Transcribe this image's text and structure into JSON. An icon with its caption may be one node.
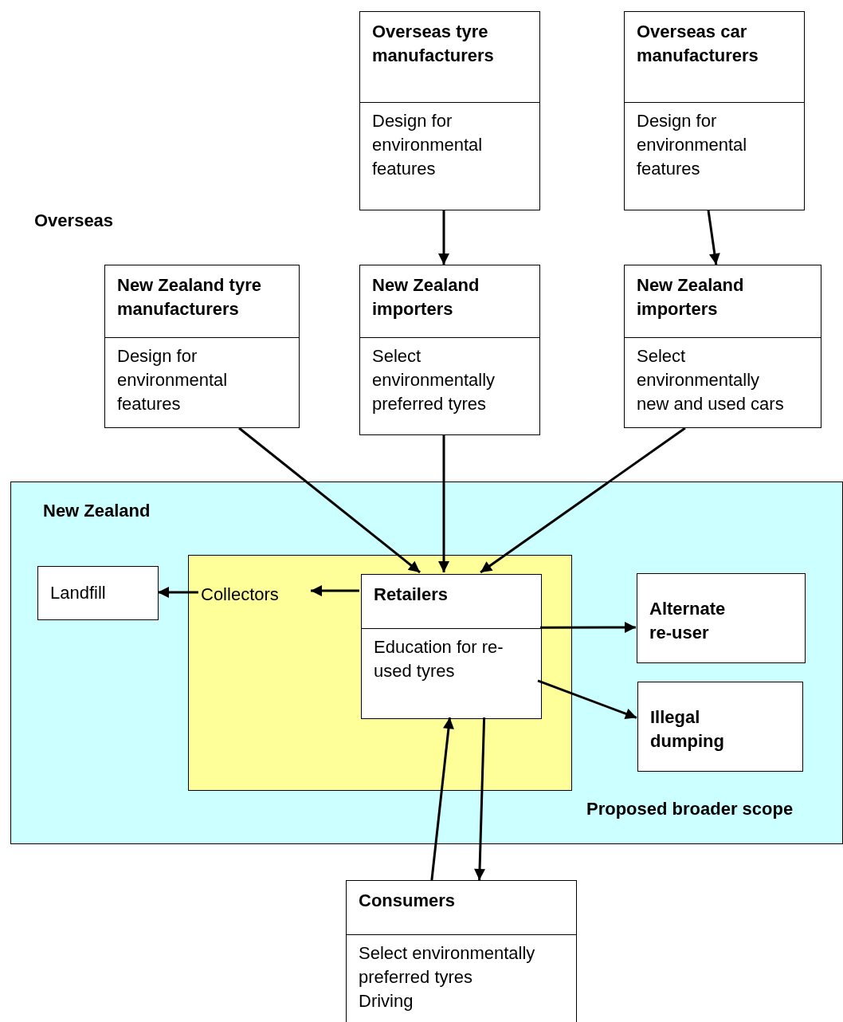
{
  "diagram": {
    "nodes": [
      {
        "text": [
          "Overseas tyre manufacturers",
          "Design for environmental features"
        ]
      },
      {
        "text": [
          "Overseas car manufacturers",
          "Design for environmental features"
        ]
      },
      {
        "text": [
          "New Zealand tyre manufacturers",
          "Design for environmental features"
        ]
      },
      {
        "text": [
          "New Zealand importers",
          "Select environmentally preferred tyres"
        ]
      },
      {
        "text": [
          "New Zealand importers",
          "Select environmentally new and used cars"
        ]
      },
      {
        "text": [
          "New Zealand",
          "Proposed broader scope"
        ]
      },
      {
        "text": [],
        "shape": "box",
        "in": 5
      },
      {
        "text": [
          "Landfill"
        ],
        "in": 5
      },
      {
        "text": [
          "Collectors"
        ],
        "in": 6
      },
      {
        "text": [
          "Retailers",
          "Education for re-used tyres"
        ],
        "in": 6
      },
      {
        "text": [
          "Alternate re-user"
        ],
        "in": 5
      },
      {
        "text": [
          "Illegal dumping"
        ],
        "in": 5
      },
      {
        "text": [
          "Consumers",
          "Select environmentally preferred tyres",
          "Driving"
        ]
      }
    ],
    "edges": [
      {
        "from": 0,
        "to": 3,
        "arrow": "to"
      },
      {
        "from": 1,
        "to": 4,
        "arrow": "to"
      },
      {
        "from": 2,
        "to": 9,
        "arrow": "to"
      },
      {
        "from": 3,
        "to": 9,
        "arrow": "to"
      },
      {
        "from": 4,
        "to": 9,
        "arrow": "to"
      },
      {
        "from": 9,
        "to": 8,
        "arrow": "to"
      },
      {
        "from": 8,
        "to": 7,
        "arrow": "to"
      },
      {
        "from": 9,
        "to": 10,
        "arrow": "to"
      },
      {
        "from": 9,
        "to": 11,
        "arrow": "to"
      },
      {
        "from": 12,
        "to": 9,
        "arrow": "to"
      },
      {
        "from": 9,
        "to": 12,
        "arrow": "to"
      }
    ],
    "labels": [
      "Overseas"
    ]
  }
}
